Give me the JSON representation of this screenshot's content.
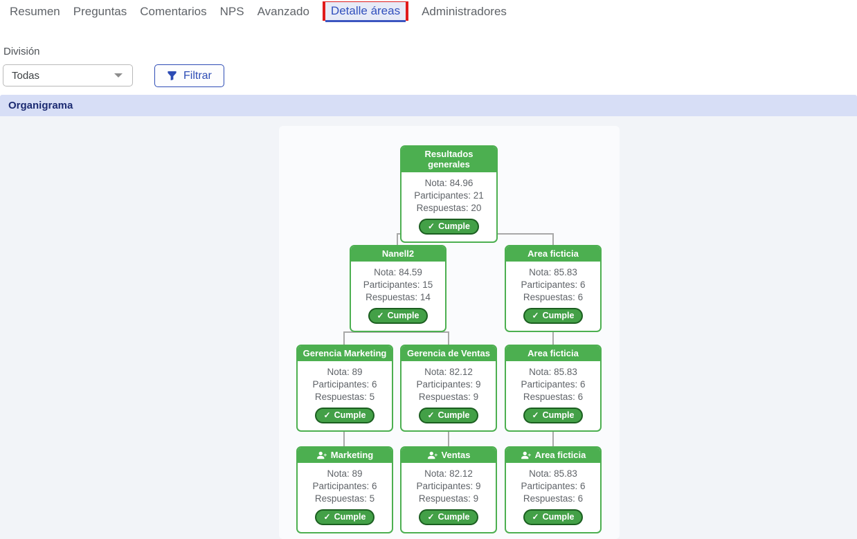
{
  "tabs": {
    "items": [
      {
        "label": "Resumen",
        "active": false
      },
      {
        "label": "Preguntas",
        "active": false
      },
      {
        "label": "Comentarios",
        "active": false
      },
      {
        "label": "NPS",
        "active": false
      },
      {
        "label": "Avanzado",
        "active": false
      },
      {
        "label": "Detalle áreas",
        "active": true
      },
      {
        "label": "Administradores",
        "active": false
      }
    ]
  },
  "filters": {
    "division_label": "División",
    "division_value": "Todas",
    "filter_button_label": "Filtrar"
  },
  "section": {
    "title": "Organigrama"
  },
  "org": {
    "badge_check_glyph": "✓",
    "nodes": [
      {
        "title": "Resultados generales",
        "lines": [
          "Nota: 84.96",
          "Participantes: 21",
          "Respuestas: 20"
        ],
        "badge": "Cumple",
        "people_icon": false
      },
      {
        "title": "Nanell2",
        "lines": [
          "Nota: 84.59",
          "Participantes: 15",
          "Respuestas: 14"
        ],
        "badge": "Cumple",
        "people_icon": false
      },
      {
        "title": "Area ficticia",
        "lines": [
          "Nota: 85.83",
          "Participantes: 6",
          "Respuestas: 6"
        ],
        "badge": "Cumple",
        "people_icon": false
      },
      {
        "title": "Gerencia Marketing",
        "lines": [
          "Nota: 89",
          "Participantes: 6",
          "Respuestas: 5"
        ],
        "badge": "Cumple",
        "people_icon": false
      },
      {
        "title": "Gerencia de Ventas",
        "lines": [
          "Nota: 82.12",
          "Participantes: 9",
          "Respuestas: 9"
        ],
        "badge": "Cumple",
        "people_icon": false
      },
      {
        "title": "Area ficticia",
        "lines": [
          "Nota: 85.83",
          "Participantes: 6",
          "Respuestas: 6"
        ],
        "badge": "Cumple",
        "people_icon": false
      },
      {
        "title": "Marketing",
        "lines": [
          "Nota: 89",
          "Participantes: 6",
          "Respuestas: 5"
        ],
        "badge": "Cumple",
        "people_icon": true
      },
      {
        "title": "Ventas",
        "lines": [
          "Nota: 82.12",
          "Participantes: 9",
          "Respuestas: 9"
        ],
        "badge": "Cumple",
        "people_icon": true
      },
      {
        "title": "Area ficticia",
        "lines": [
          "Nota: 85.83",
          "Participantes: 6",
          "Respuestas: 6"
        ],
        "badge": "Cumple",
        "people_icon": true
      }
    ]
  },
  "colors": {
    "node_green": "#4caf50",
    "badge_green": "#43a047",
    "badge_border_green": "#1b5e20",
    "active_tab_blue": "#3150bd",
    "filter_blue": "#2d4cb5",
    "annotation_red": "#e01b1b",
    "section_header_bg": "#d7def6",
    "connector_gray": "#a8a8a8"
  }
}
